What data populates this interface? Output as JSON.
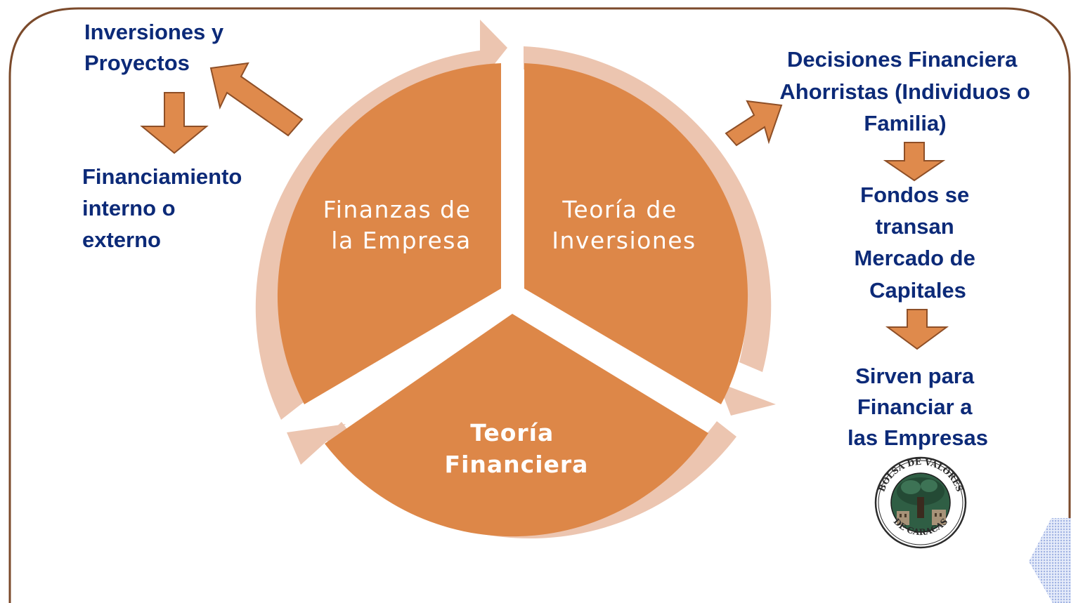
{
  "colors": {
    "segment": "#dd8748",
    "ring": "#ecc5b0",
    "arrow_fill": "#df8a4c",
    "arrow_stroke": "#8e4f27",
    "text_dark": "#0c2a78",
    "frame": "#7b4a2b",
    "corner_pattern": "#b9c6ea"
  },
  "cycle": {
    "segments": [
      {
        "lines": [
          "Finanzas de",
          "la Empresa"
        ]
      },
      {
        "lines": [
          "Teoría de",
          "Inversiones"
        ]
      },
      {
        "lines": [
          "Teoría",
          "Financiera"
        ]
      }
    ]
  },
  "left": {
    "top_lines": [
      "Inversiones y",
      "Proyectos"
    ],
    "bottom_lines": [
      "Financiamiento",
      "interno o",
      "externo"
    ]
  },
  "right": {
    "block1_lines": [
      "Decisiones Financiera",
      "Ahorristas (Individuos o",
      "Familia)"
    ],
    "block2_lines": [
      "Fondos se",
      "transan",
      "Mercado de",
      "Capitales"
    ],
    "block3_lines": [
      "Sirven para",
      "Financiar a",
      "las Empresas"
    ]
  },
  "seal": {
    "top_text": "BOLSA DE VALORES",
    "bottom_text": "DE CARACAS"
  },
  "icons": {
    "down_arrow": "down-arrow-icon",
    "diagonal_arrow": "diagonal-arrow-icon",
    "curved_arrow": "curved-arrow-icon",
    "seal": "seal-logo-icon"
  }
}
